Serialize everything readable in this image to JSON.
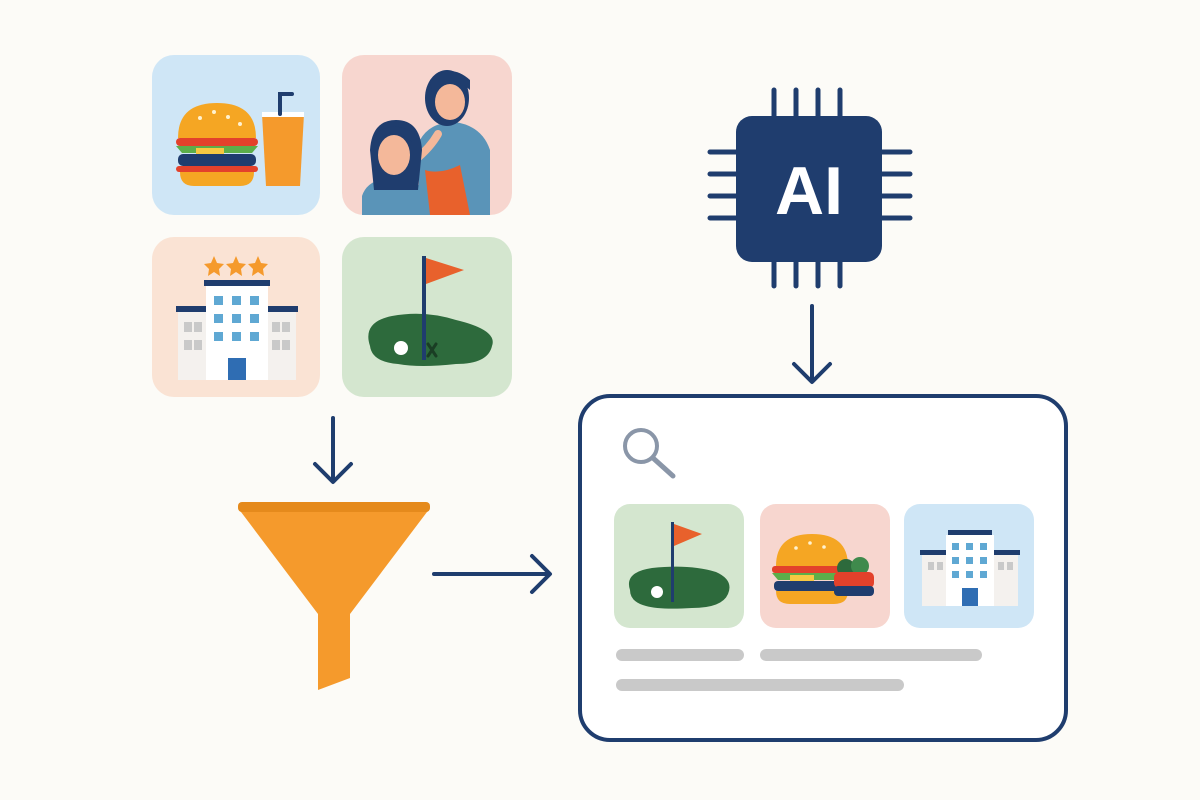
{
  "ai_chip": {
    "label": "AI",
    "icon": "ai-chip-icon"
  },
  "categories": [
    {
      "name": "restaurant",
      "icon": "burger-drink-icon"
    },
    {
      "name": "salon",
      "icon": "hair-salon-icon"
    },
    {
      "name": "hotel",
      "icon": "hotel-icon"
    },
    {
      "name": "golf",
      "icon": "golf-course-icon"
    }
  ],
  "results_panel": {
    "search_icon": "search-icon",
    "cards": [
      {
        "name": "golf",
        "icon": "golf-course-icon"
      },
      {
        "name": "restaurant",
        "icon": "burger-icon"
      },
      {
        "name": "hotel",
        "icon": "hotel-icon"
      }
    ]
  },
  "colors": {
    "navy": "#1f3d6e",
    "orange": "#f59a2c",
    "red_orange": "#e8612c",
    "green": "#2d6a3c",
    "gray": "#c9c9c9",
    "background": "#fcfbf7"
  }
}
